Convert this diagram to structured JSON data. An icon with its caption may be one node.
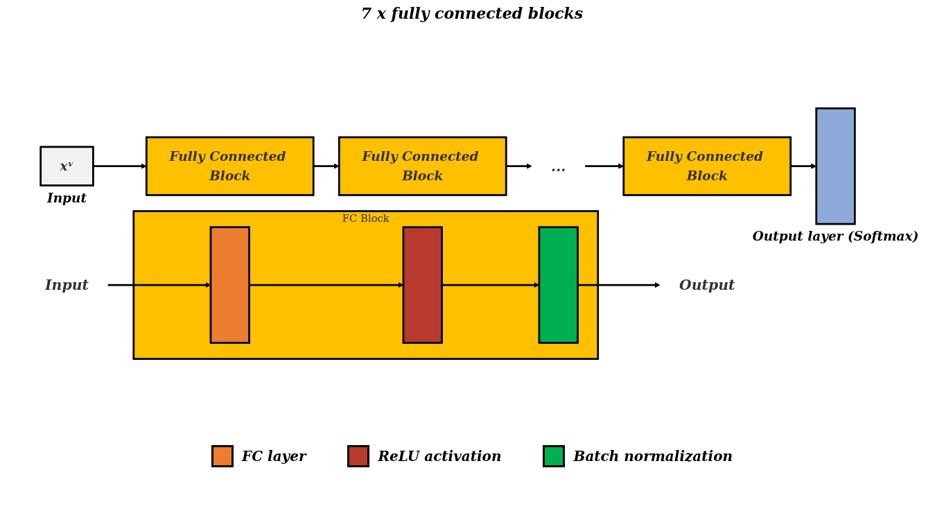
{
  "diagram": {
    "nodes": [
      {
        "text": [
          "xᵛ"
        ],
        "beside": [
          "Input"
        ]
      },
      {
        "text": [
          "Fully Connected Block"
        ]
      },
      {
        "text": [
          "Fully Connected Block"
        ]
      },
      {
        "text": [
          "..."
        ]
      },
      {
        "text": [
          "Fully Connected Block"
        ]
      },
      {
        "text": [],
        "shape": "bar",
        "beside": [
          "Output layer (Softmax)"
        ]
      },
      {
        "text": [
          "FC Block"
        ]
      },
      {
        "text": [],
        "shape": "bar",
        "in": 6
      },
      {
        "text": [],
        "shape": "bar",
        "in": 6
      },
      {
        "text": [],
        "shape": "bar",
        "in": 6
      },
      {
        "text": [
          "Input"
        ]
      },
      {
        "text": [
          "Output"
        ]
      }
    ],
    "edges": [
      {
        "from": 0,
        "to": 1,
        "arrow": "to"
      },
      {
        "from": 1,
        "to": 2,
        "arrow": "to"
      },
      {
        "from": 2,
        "to": 3,
        "arrow": "to"
      },
      {
        "from": 3,
        "to": 4,
        "arrow": "to"
      },
      {
        "from": 4,
        "to": 5,
        "arrow": "to"
      },
      {
        "from": 10,
        "to": 7,
        "arrow": "to"
      },
      {
        "from": 7,
        "to": 8,
        "arrow": "to"
      },
      {
        "from": 8,
        "to": 9,
        "arrow": "to"
      },
      {
        "from": 9,
        "to": 11,
        "arrow": "to"
      }
    ],
    "labels": [
      "7 x fully connected blocks"
    ],
    "legend": [
      {
        "text": "FC layer",
        "color": "#ed7d31"
      },
      {
        "text": "ReLU activation",
        "color": "#b83a2e"
      },
      {
        "text": "Batch normalization",
        "color": "#00b050"
      }
    ]
  }
}
